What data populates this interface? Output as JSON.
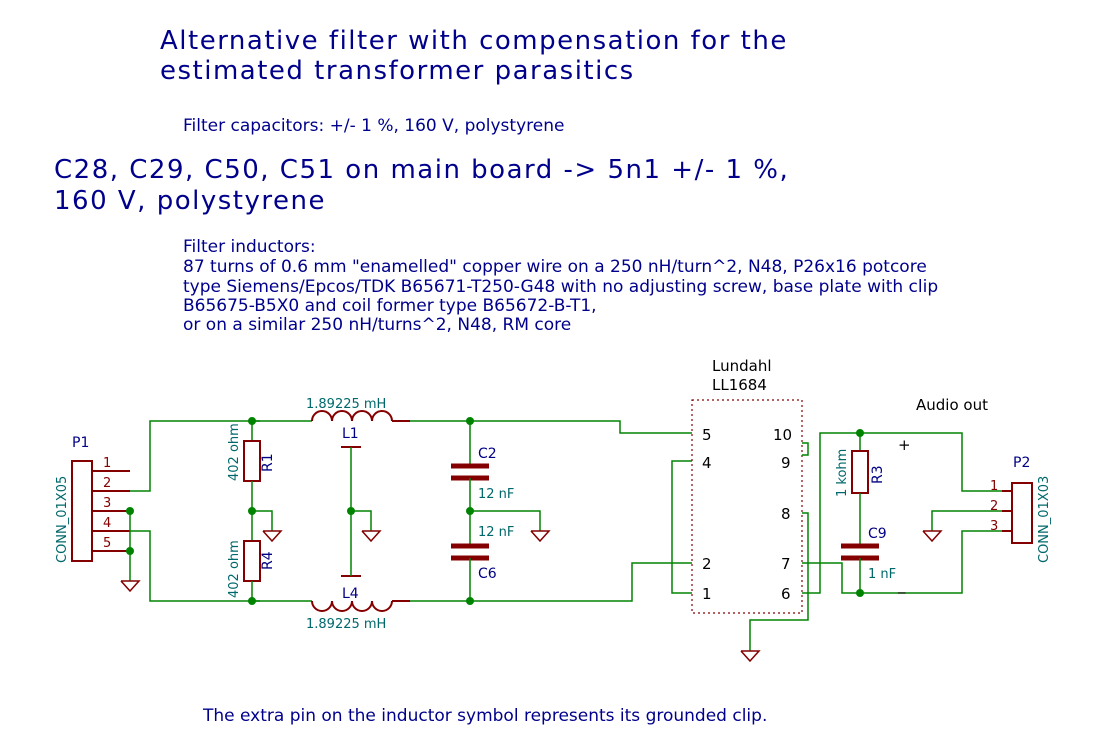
{
  "notes": {
    "title_line1": "Alternative filter with compensation for the",
    "title_line2": "estimated transformer parasitics",
    "filter_caps": "Filter capacitors: +/- 1 %, 160 V, polystyrene",
    "main_board_line1": "C28, C29, C50, C51 on main board -> 5n1 +/- 1 %,",
    "main_board_line2": "160 V, polystyrene",
    "inductors_header": "Filter inductors:",
    "inductors_line1": "87 turns of 0.6 mm \"enamelled\" copper wire on a 250 nH/turn^2, N48, P26x16 potcore",
    "inductors_line2": "type Siemens/Epcos/TDK B65671-T250-G48 with no adjusting screw, base plate with clip",
    "inductors_line3": "B65675-B5X0 and coil former type B65672-B-T1,",
    "inductors_line4": "or on a similar 250 nH/turns^2, N48, RM core",
    "footer": "The extra pin on the inductor symbol represents its grounded clip."
  },
  "components": {
    "p1": {
      "ref": "P1",
      "value": "CONN_01X05",
      "pins": [
        "1",
        "2",
        "3",
        "4",
        "5"
      ]
    },
    "r1": {
      "ref": "R1",
      "value": "402 ohm"
    },
    "r4": {
      "ref": "R4",
      "value": "402 ohm"
    },
    "l1": {
      "ref": "L1",
      "value": "1.89225 mH"
    },
    "l4": {
      "ref": "L4",
      "value": "1.89225 mH"
    },
    "c2": {
      "ref": "C2",
      "value": "12 nF"
    },
    "c6": {
      "ref": "C6",
      "value": "12 nF"
    },
    "t1": {
      "name_line1": "Lundahl",
      "name_line2": "LL1684",
      "pins_left": [
        "5",
        "4",
        "2",
        "1"
      ],
      "pins_right": [
        "10",
        "9",
        "8",
        "7",
        "6"
      ]
    },
    "r3": {
      "ref": "R3",
      "value": "1 kohm"
    },
    "c9": {
      "ref": "C9",
      "value": "1 nF"
    },
    "p2": {
      "ref": "P2",
      "value": "CONN_01X03",
      "pins": [
        "1",
        "2",
        "3"
      ],
      "label": "Audio out"
    },
    "plus_sign": "+",
    "minus_sign": "_"
  },
  "colors": {
    "note_text": "#00008b",
    "wire": "#008400",
    "component": "#840000",
    "value_text": "#00686b",
    "background": "#ffffff"
  }
}
